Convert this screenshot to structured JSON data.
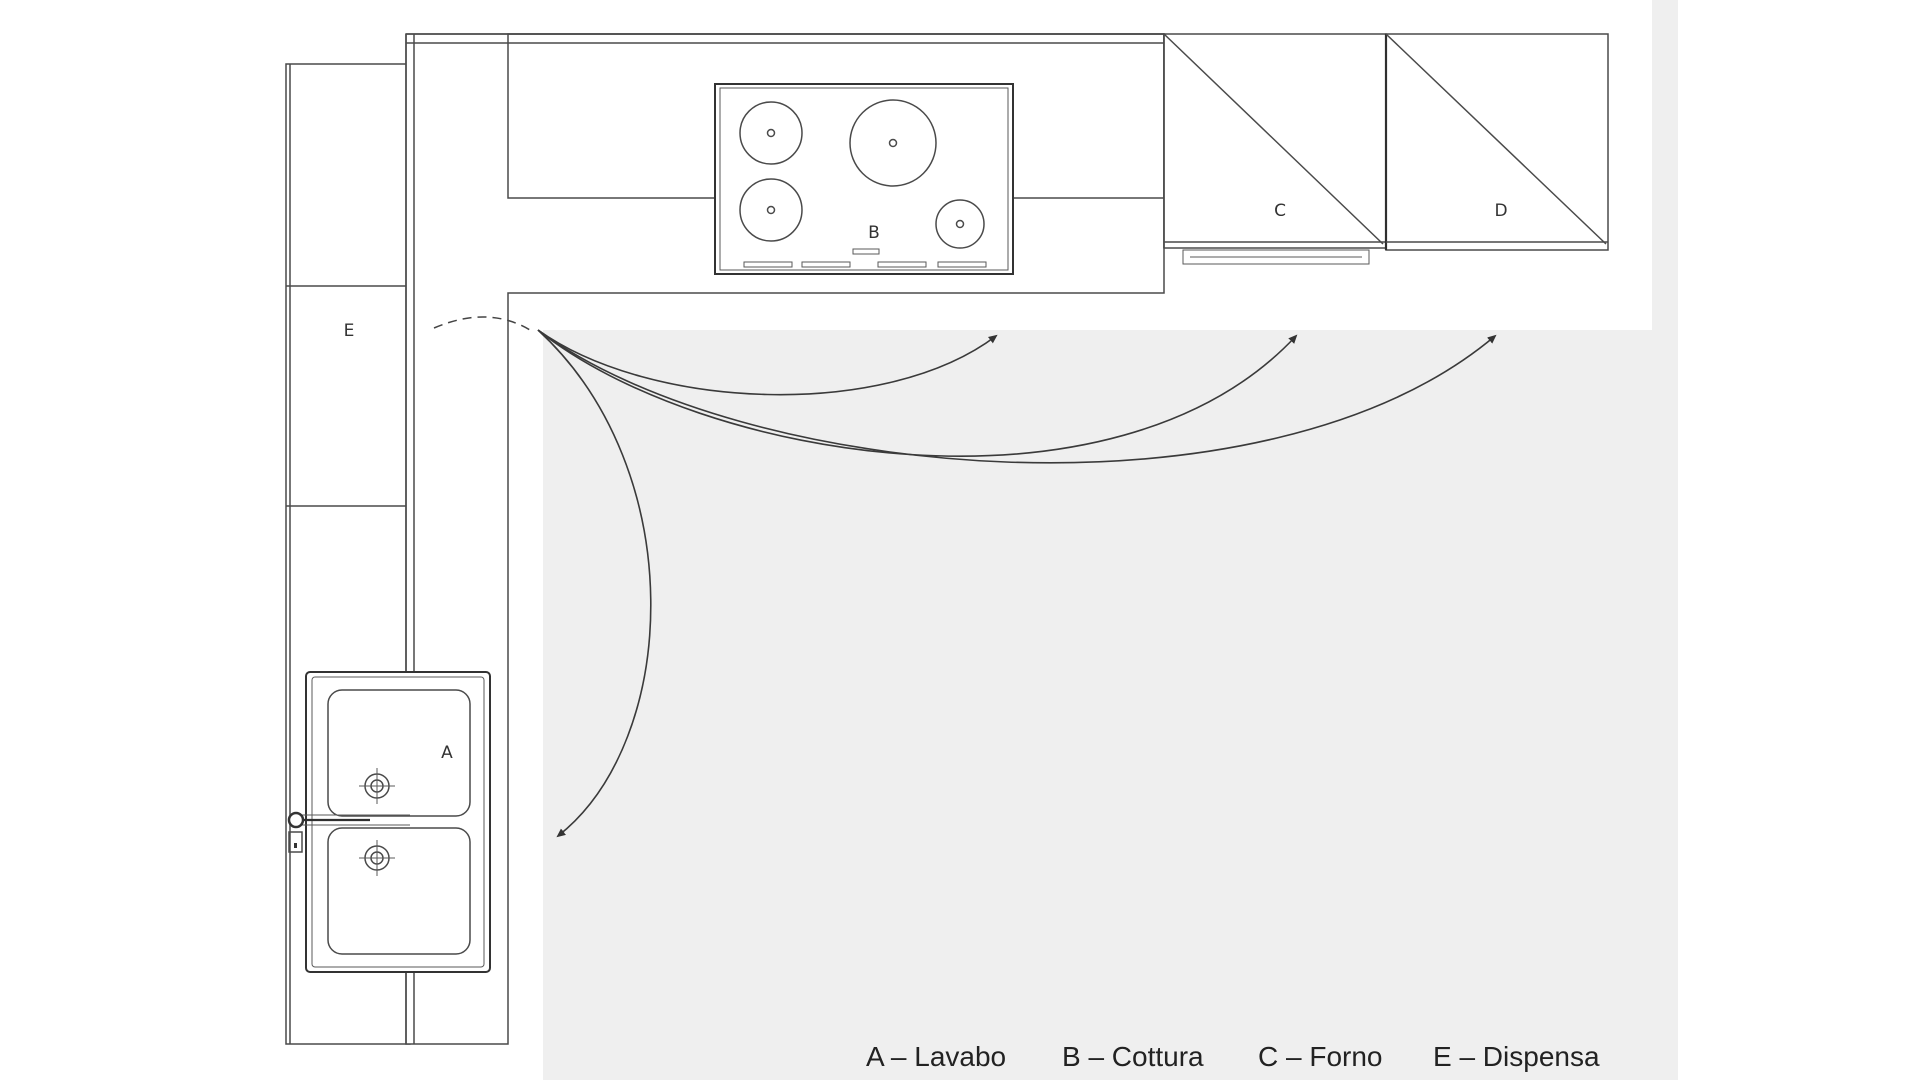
{
  "colors": {
    "floor": "#efefef",
    "line": "#4a4a4a",
    "counter": "#ffffff",
    "text": "#222222"
  },
  "labels": {
    "sink": "A",
    "hob": "B",
    "oven": "C",
    "tall_unit": "D",
    "pantry": "E"
  },
  "legend": [
    {
      "text": "A – Lavabo"
    },
    {
      "text": "B – Cottura"
    },
    {
      "text": "C – Forno"
    },
    {
      "text": "E – Dispensa"
    }
  ]
}
